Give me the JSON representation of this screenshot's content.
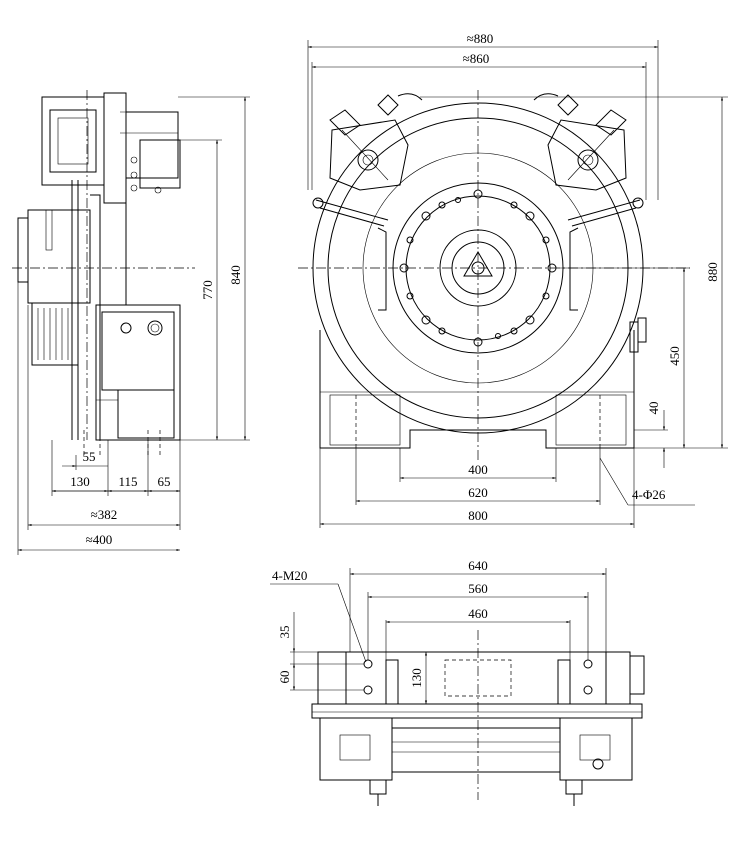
{
  "side_view": {
    "dim_height_770": "770",
    "dim_height_840": "840",
    "dim_55": "55",
    "dim_130": "130",
    "dim_115": "115",
    "dim_65": "65",
    "dim_382": "≈382",
    "dim_400": "≈400"
  },
  "front_view": {
    "dim_width_880": "≈880",
    "dim_width_860": "≈860",
    "dim_height_880": "880",
    "dim_height_450": "450",
    "dim_40": "40",
    "dim_400": "400",
    "dim_620": "620",
    "dim_800": "800",
    "hole_callout": "4-Φ26"
  },
  "top_view": {
    "dim_640": "640",
    "dim_560": "560",
    "dim_460": "460",
    "dim_35": "35",
    "dim_60": "60",
    "dim_130": "130",
    "thread_callout": "4-M20"
  }
}
